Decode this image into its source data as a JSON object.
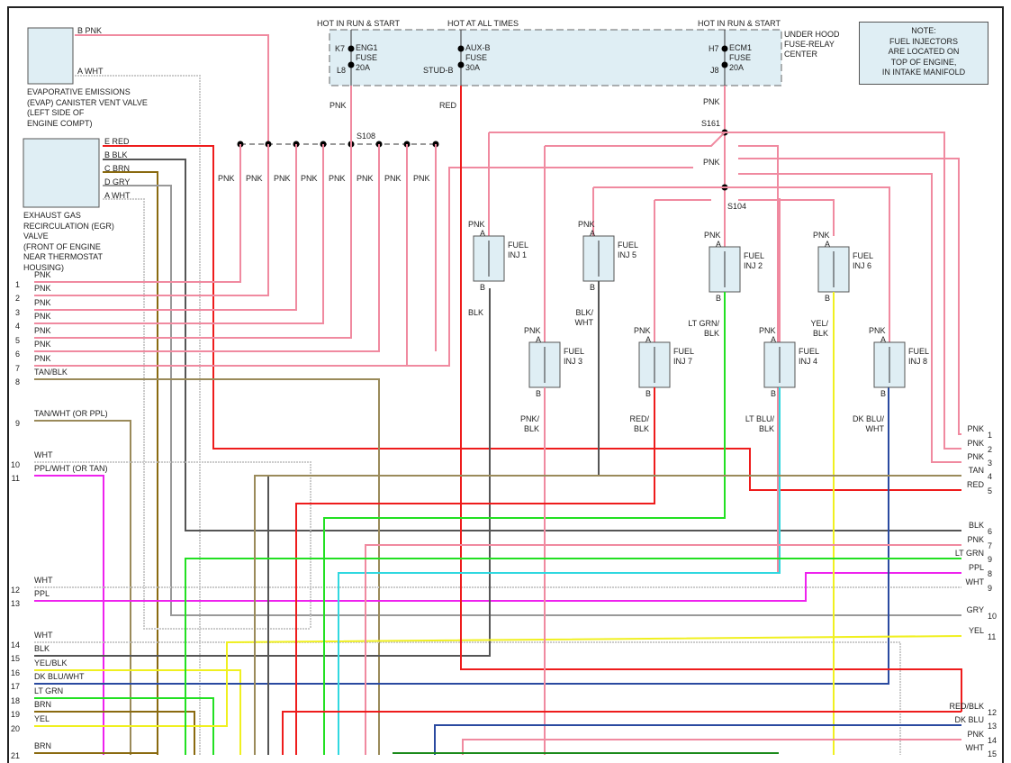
{
  "power": {
    "eng1": {
      "header": "HOT IN RUN & START",
      "pin_top": "K7",
      "pin_bot": "L8",
      "name": "ENG1",
      "fuse": "FUSE",
      "amp": "20A",
      "wire": "PNK"
    },
    "auxb": {
      "header": "HOT AT ALL TIMES",
      "pin_bot": "STUD-B",
      "name": "AUX-B",
      "fuse": "FUSE",
      "amp": "30A",
      "wire": "RED"
    },
    "ecm1": {
      "header": "HOT IN RUN & START",
      "pin_top": "H7",
      "pin_bot": "J8",
      "name": "ECM1",
      "fuse": "FUSE",
      "amp": "20A",
      "wire": "PNK"
    },
    "center_label": [
      "UNDER HOOD",
      "FUSE-RELAY",
      "CENTER"
    ]
  },
  "note": [
    "NOTE:",
    "FUEL INJECTORS",
    "ARE LOCATED ON",
    "TOP OF ENGINE,",
    "IN INTAKE MANIFOLD"
  ],
  "evap": {
    "pins": [
      {
        "pin": "B",
        "wire": "PNK"
      },
      {
        "pin": "A",
        "wire": "WHT"
      }
    ],
    "label": [
      "EVAPORATIVE EMISSIONS",
      "(EVAP) CANISTER VENT VALVE",
      "(LEFT SIDE OF",
      "ENGINE COMPT)"
    ]
  },
  "egr": {
    "pins": [
      {
        "pin": "E",
        "wire": "RED"
      },
      {
        "pin": "B",
        "wire": "BLK"
      },
      {
        "pin": "C",
        "wire": "BRN"
      },
      {
        "pin": "D",
        "wire": "GRY"
      },
      {
        "pin": "A",
        "wire": "WHT"
      }
    ],
    "label": [
      "EXHAUST GAS",
      "RECIRCULATION (EGR)",
      "VALVE",
      "(FRONT OF ENGINE",
      "NEAR THERMOSTAT",
      "HOUSING)"
    ]
  },
  "splices": {
    "s108": "S108",
    "s161": "S161",
    "s104": "S104",
    "s104_wire": "PNK",
    "s161_wire": "PNK"
  },
  "s108_drops": [
    "PNK",
    "PNK",
    "PNK",
    "PNK",
    "PNK",
    "PNK",
    "PNK",
    "PNK"
  ],
  "injectors": [
    {
      "name": "FUEL",
      "num": "INJ 1",
      "pin_a": "A",
      "pin_b": "B",
      "wire_a": "PNK",
      "wire_b": "BLK"
    },
    {
      "name": "FUEL",
      "num": "INJ 5",
      "pin_a": "A",
      "pin_b": "B",
      "wire_a": "PNK",
      "wire_b": "BLK/\nWHT"
    },
    {
      "name": "FUEL",
      "num": "INJ 2",
      "pin_a": "A",
      "pin_b": "B",
      "wire_a": "PNK",
      "wire_b": "LT GRN/\nBLK"
    },
    {
      "name": "FUEL",
      "num": "INJ 6",
      "pin_a": "A",
      "pin_b": "B",
      "wire_a": "PNK",
      "wire_b": "YEL/\nBLK"
    },
    {
      "name": "FUEL",
      "num": "INJ 3",
      "pin_a": "A",
      "pin_b": "B",
      "wire_a": "PNK",
      "wire_b": "PNK/\nBLK"
    },
    {
      "name": "FUEL",
      "num": "INJ 7",
      "pin_a": "A",
      "pin_b": "B",
      "wire_a": "PNK",
      "wire_b": "RED/\nBLK"
    },
    {
      "name": "FUEL",
      "num": "INJ 4",
      "pin_a": "A",
      "pin_b": "B",
      "wire_a": "PNK",
      "wire_b": "LT BLU/\nBLK"
    },
    {
      "name": "FUEL",
      "num": "INJ 8",
      "pin_a": "A",
      "pin_b": "B",
      "wire_a": "PNK",
      "wire_b": "DK BLU/\nWHT"
    }
  ],
  "left_connector": [
    {
      "pin": "1",
      "wire": "PNK"
    },
    {
      "pin": "2",
      "wire": "PNK"
    },
    {
      "pin": "3",
      "wire": "PNK"
    },
    {
      "pin": "4",
      "wire": "PNK"
    },
    {
      "pin": "5",
      "wire": "PNK"
    },
    {
      "pin": "6",
      "wire": "PNK"
    },
    {
      "pin": "7",
      "wire": "PNK"
    },
    {
      "pin": "8",
      "wire": "TAN/BLK"
    },
    {
      "pin": "9",
      "wire": "TAN/WHT (OR PPL)"
    },
    {
      "pin": "10",
      "wire": "WHT"
    },
    {
      "pin": "11",
      "wire": "PPL/WHT (OR TAN)"
    },
    {
      "pin": "12",
      "wire": "WHT"
    },
    {
      "pin": "13",
      "wire": "PPL"
    },
    {
      "pin": "14",
      "wire": "WHT"
    },
    {
      "pin": "15",
      "wire": "BLK"
    },
    {
      "pin": "16",
      "wire": "YEL/BLK"
    },
    {
      "pin": "17",
      "wire": "DK BLU/WHT"
    },
    {
      "pin": "18",
      "wire": "LT GRN"
    },
    {
      "pin": "19",
      "wire": "BRN"
    },
    {
      "pin": "20",
      "wire": "YEL"
    },
    {
      "pin": "21",
      "wire": "BRN"
    }
  ],
  "right_connector": [
    {
      "pin": "1",
      "wire": "PNK"
    },
    {
      "pin": "2",
      "wire": "PNK"
    },
    {
      "pin": "3",
      "wire": "PNK"
    },
    {
      "pin": "4",
      "wire": "TAN"
    },
    {
      "pin": "5",
      "wire": "RED"
    },
    {
      "pin": "6",
      "wire": "BLK"
    },
    {
      "pin": "7",
      "wire": "PNK"
    },
    {
      "pin": "9",
      "wire": "LT GRN"
    },
    {
      "pin": "8",
      "wire": "PPL"
    },
    {
      "pin": "9",
      "wire": "WHT"
    },
    {
      "pin": "10",
      "wire": "GRY"
    },
    {
      "pin": "11",
      "wire": "YEL"
    },
    {
      "pin": "12",
      "wire": "RED/BLK"
    },
    {
      "pin": "13",
      "wire": "DK BLU"
    },
    {
      "pin": "14",
      "wire": "PNK"
    },
    {
      "pin": "15",
      "wire": "WHT"
    }
  ],
  "colors": {
    "PNK": "#f08aa0",
    "RED": "#ee1c1c",
    "BLK": "#555555",
    "WHT": "#cccccc",
    "GRY": "#999999",
    "TAN": "#9a8a5a",
    "BRN": "#8a6a10",
    "YEL": "#f0f020",
    "LTGRN": "#22e022",
    "LTBLU": "#30d8e0",
    "DKBLU": "#2a4aa0",
    "PPL": "#ee22ee",
    "DKGRN": "#1a8a1a",
    "BOX": "#dfeef4"
  }
}
